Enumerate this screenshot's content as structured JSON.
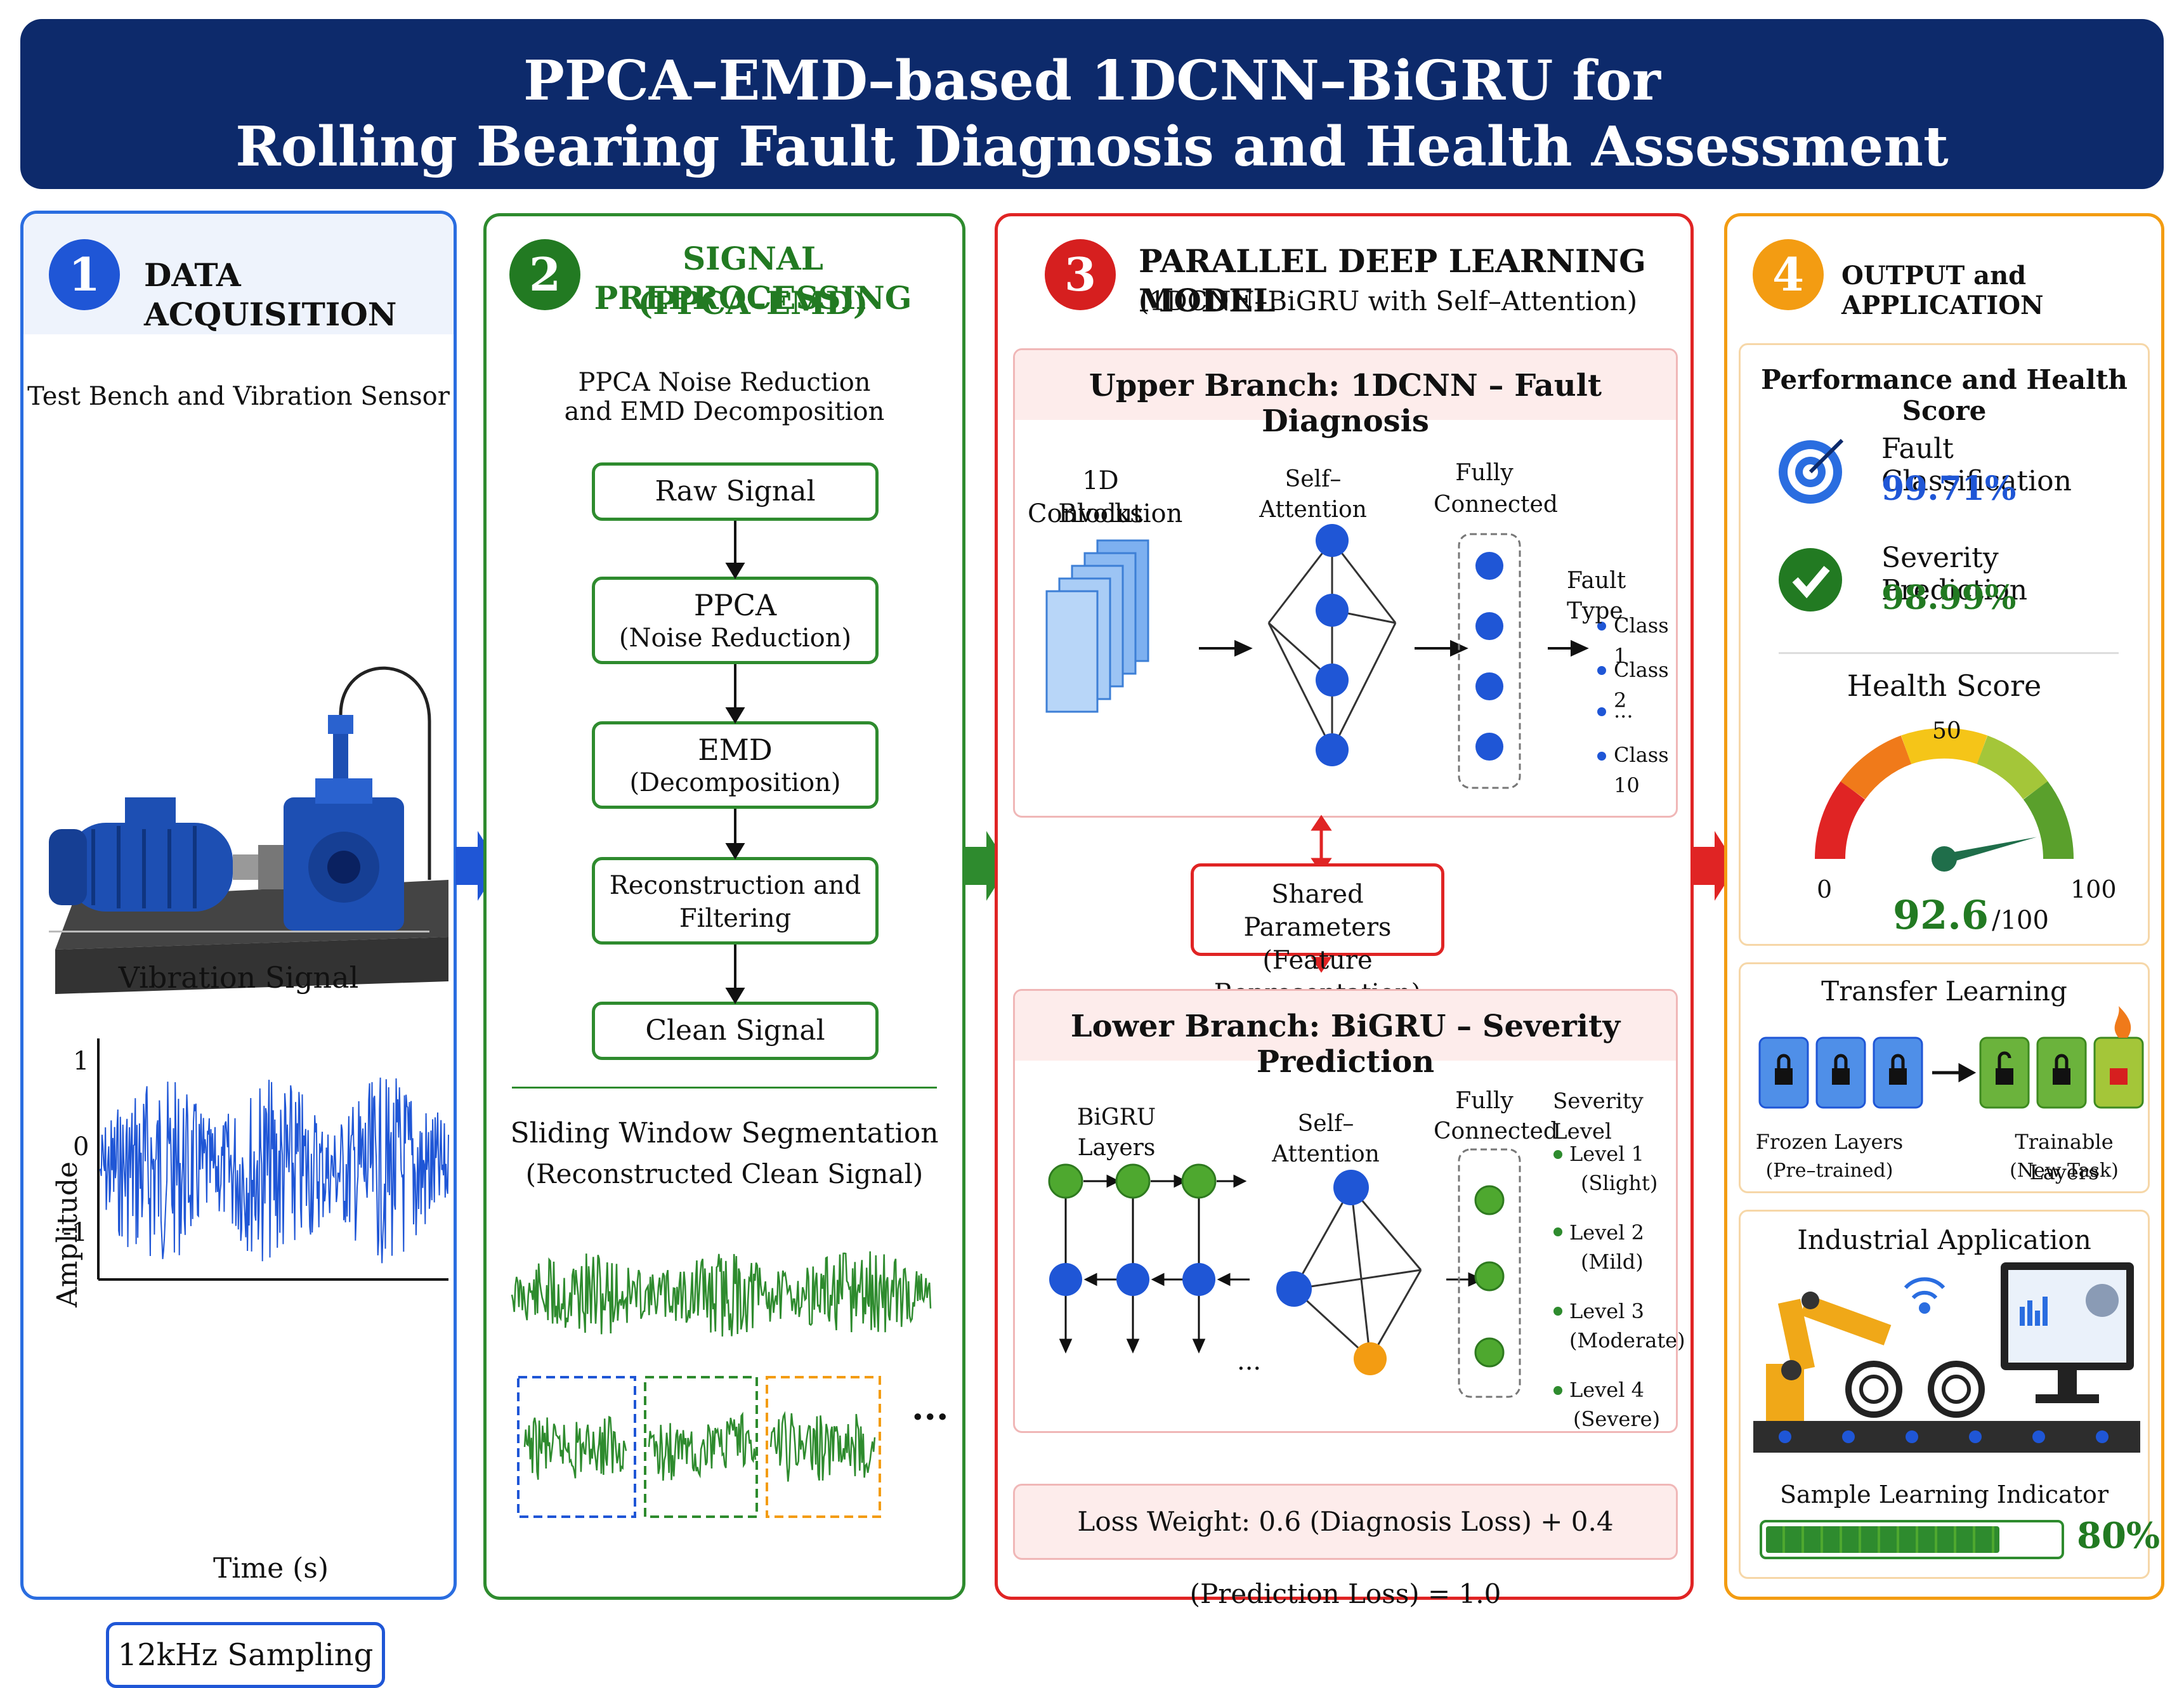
{
  "title": {
    "line1": "PPCA–EMD–based 1DCNN–BiGRU for",
    "line2": "Rolling Bearing Fault Diagnosis and Health Assessment"
  },
  "colors": {
    "title_bg": "#0d2a6b",
    "panel1": "#2a6de0",
    "panel2": "#2e8b2e",
    "panel3": "#e02424",
    "panel4": "#f39c12"
  },
  "panel1": {
    "number": "1",
    "title": "DATA ACQUISITION",
    "subtitle": "Test Bench and Vibration Sensor",
    "signal_title": "Vibration Signal",
    "ylabel": "Amplitude",
    "xlabel": "Time (s)",
    "ticks": [
      "1",
      "0",
      "-1"
    ],
    "sampling": "12kHz Sampling"
  },
  "panel2": {
    "number": "2",
    "title": "SIGNAL PREPROCESSING",
    "title2": "(PPCA–EMD)",
    "subtitle1": "PPCA Noise Reduction",
    "subtitle2": "and EMD Decomposition",
    "steps": [
      {
        "l1": "Raw Signal",
        "l2": ""
      },
      {
        "l1": "PPCA",
        "l2": "(Noise Reduction)"
      },
      {
        "l1": "EMD",
        "l2": "(Decomposition)"
      },
      {
        "l1": "Reconstruction and",
        "l2": "Filtering"
      },
      {
        "l1": "Clean Signal",
        "l2": ""
      }
    ],
    "sliding_title": "Sliding Window Segmentation",
    "sliding_sub": "(Reconstructed Clean Signal)",
    "ellipsis": "···"
  },
  "panel3": {
    "number": "3",
    "title": "PARALLEL DEEP LEARNING MODEL",
    "title2": "(1DCNN–BiGRU with Self–Attention)",
    "upper_title": "Upper Branch: 1DCNN – Fault Diagnosis",
    "conv1": "1D Convolution",
    "conv2": "Blocks",
    "attn": "Self–Attention",
    "fc1": "Fully",
    "fc2": "Connected",
    "fault_type": "Fault Type",
    "classes": [
      "Class 1",
      "Class 2",
      "...",
      "Class 10"
    ],
    "shared1": "Shared Parameters",
    "shared2": "(Feature Representation)",
    "lower_title": "Lower Branch: BiGRU – Severity Prediction",
    "bigru": "BiGRU Layers",
    "attn2": "Self–Attention",
    "fc3": "Fully",
    "fc4": "Connected",
    "dots": "...",
    "severity_title": "Severity Level",
    "levels": [
      {
        "l": "Level 1",
        "s": "(Slight)"
      },
      {
        "l": "Level 2",
        "s": "(Mild)"
      },
      {
        "l": "Level 3",
        "s": "(Moderate)"
      },
      {
        "l": "Level 4",
        "s": "(Severe)"
      }
    ],
    "loss": "Loss Weight:  0.6 (Diagnosis Loss) + 0.4 (Prediction Loss) = 1.0"
  },
  "panel4": {
    "number": "4",
    "title": "OUTPUT and APPLICATION",
    "perf_title": "Performance and Health Score",
    "fault_label": "Fault Classification",
    "fault_value": "99.71%",
    "sev_label": "Severity Prediction",
    "sev_value": "98.99%",
    "health_title": "Health Score",
    "gauge_min": "0",
    "gauge_mid": "50",
    "gauge_max": "100",
    "health_value": "92.6",
    "health_unit": "/100",
    "health_score": 92.6,
    "transfer_title": "Transfer Learning",
    "frozen1": "Frozen Layers",
    "frozen2": "(Pre–trained)",
    "train1": "Trainable Layers",
    "train2": "(New Task)",
    "industrial_title": "Industrial Application",
    "indicator_title": "Sample Learning Indicator",
    "indicator_value": "80%",
    "indicator_fraction": 0.8
  }
}
